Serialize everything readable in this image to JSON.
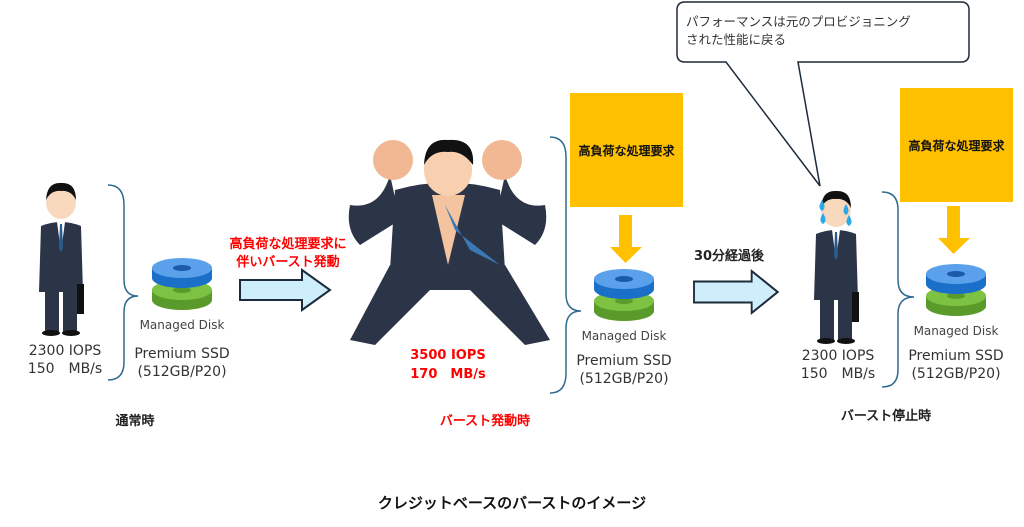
{
  "normal": {
    "iops": "2300 IOPS",
    "mbps": "150　MB/s",
    "disk_label": "Managed Disk",
    "disk_type": "Premium SSD",
    "disk_size": "(512GB/P20)",
    "caption": "通常時"
  },
  "transition1": {
    "line1": "高負荷な処理要求に",
    "line2": "伴いバースト発動"
  },
  "burst": {
    "iops": "3500 IOPS",
    "mbps": "170　MB/s",
    "request": "高負荷な処理要求",
    "disk_label": "Managed Disk",
    "disk_type": "Premium SSD",
    "disk_size": "(512GB/P20)",
    "caption": "バースト発動時"
  },
  "transition2": {
    "label": "30分経過後"
  },
  "callout": {
    "line1": "パフォーマンスは元のプロビジョニング",
    "line2": "された性能に戻る"
  },
  "stopped": {
    "iops": "2300 IOPS",
    "mbps": "150　MB/s",
    "request": "高負荷な処理要求",
    "disk_label": "Managed Disk",
    "disk_type": "Premium SSD",
    "disk_size": "(512GB/P20)",
    "caption": "バースト停止時"
  },
  "title": "クレジットベースのバーストのイメージ",
  "colors": {
    "orange": "#ffc000",
    "arrow_fill": "#cdeefa",
    "red": "#ff0000",
    "brace": "#2e6a8e"
  }
}
